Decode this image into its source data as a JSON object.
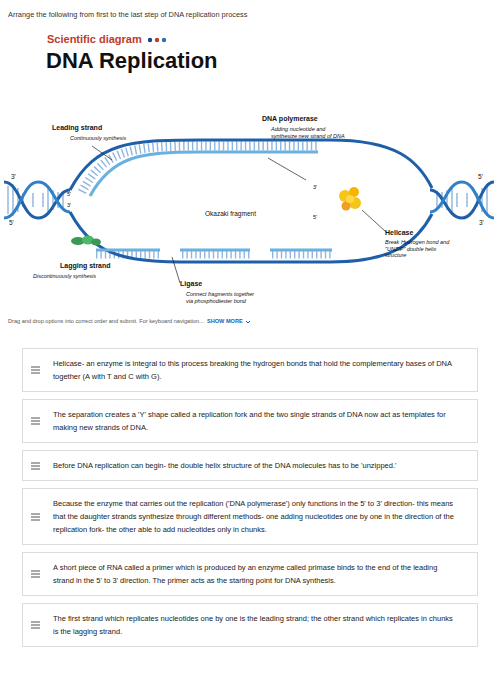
{
  "diagram": {
    "title": "Arrange the following from first to the last step of DNA replication process",
    "nodes": [
      {
        "text": [
          "Helicase- an enzyme is integral to this process breaking the hydrogen bonds that hold the complementary bases of DNA together (A with T and C with G)."
        ]
      },
      {
        "text": [
          "The separation creates a 'Y' shape called a replication fork and the two single strands of DNA now act as templates for making new strands of DNA."
        ]
      },
      {
        "text": [
          "Before DNA replication can begin- the double helix structure of the DNA molecules has to be 'unzipped.'"
        ]
      },
      {
        "text": [
          "Because the enzyme that carries out the replication ('DNA polymerase') only functions in the 5' to 3' direction- this means that the daughter strands synthesize through different methods- one adding nucleotides one by one in the direction of the replication fork- the other able to add nucleotides only in chunks."
        ]
      },
      {
        "text": [
          "A short piece of RNA called a primer which is produced by an enzyme called primase binds to the end of the leading strand in the 5' to 3' direction. The primer acts as the starting point for DNA synthesis."
        ]
      },
      {
        "text": [
          "The first strand which replicates nucleotides one by one is the leading strand; the other strand which replicates in chunks is the lagging strand."
        ]
      }
    ],
    "labels": [
      "Scientific diagram",
      "DNA Replication",
      "Leading strand",
      "Continuously synthesis",
      "DNA polymerase",
      "Adding nucleotide and synthesize new strand of DNA",
      "3'",
      "5'",
      "5'",
      "3'",
      "Okazaki fragment",
      "3'",
      "5'",
      "5'",
      "3'",
      "Helicase",
      "Break Hydrogen bond and \"UNZIP\" double helix structure",
      "Lagging strand",
      "Discontinuously synthesis",
      "Ligase",
      "Connect fragments together via phosphodiester bond",
      "Drag and drop options into correct order and submit. For keyboard navigation...",
      "SHOW MORE"
    ]
  }
}
